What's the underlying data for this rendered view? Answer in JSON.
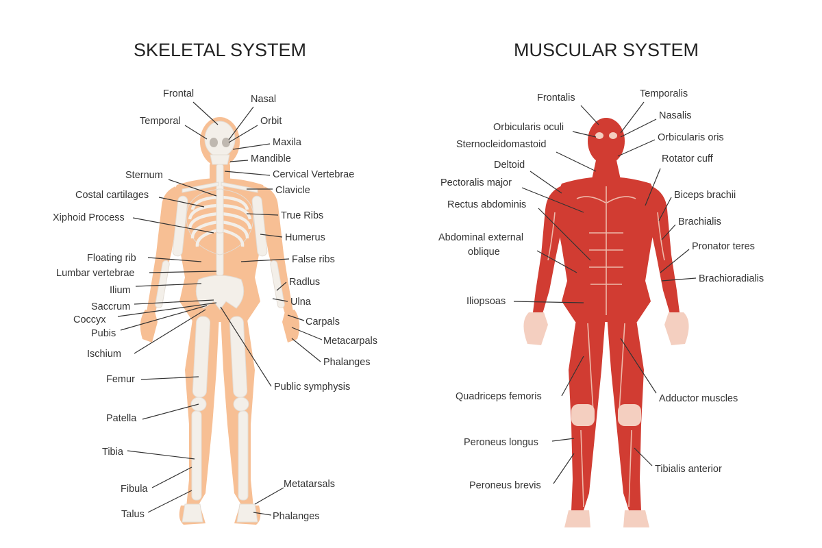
{
  "titles": {
    "skeletal": "SKELETAL SYSTEM",
    "muscular": "MUSCULAR SYSTEM"
  },
  "colors": {
    "skin": "#f7bf94",
    "bone": "#f3efe9",
    "bone_shadow": "#e3dcd4",
    "muscle": "#d13c32",
    "muscle_dark": "#a82720",
    "tendon": "#f4cfc0",
    "line": "#333333",
    "text": "#333333"
  },
  "skeletal_labels": [
    "Frontal",
    "Nasal",
    "Temporal",
    "Orbit",
    "Maxila",
    "Mandible",
    "Cervical Vertebrae",
    "Sternum",
    "Clavicle",
    "Costal cartilages",
    "True Ribs",
    "Xiphoid Process",
    "Humerus",
    "Floating rib",
    "False ribs",
    "Lumbar vertebrae",
    "Radlus",
    "Ilium",
    "Ulna",
    "Saccrum",
    "Coccyx",
    "Carpals",
    "Pubis",
    "Metacarpals",
    "Ischium",
    "Phalanges",
    "Femur",
    "Public symphysis",
    "Patella",
    "Tibia",
    "Fibula",
    "Metatarsals",
    "Talus",
    "Phalanges"
  ],
  "muscular_labels": [
    "Frontalis",
    "Temporalis",
    "Nasalis",
    "Orbicularis oculi",
    "Orbicularis oris",
    "Sternocleidomastoid",
    "Rotator cuff",
    "Deltoid",
    "Pectoralis major",
    "Biceps brachii",
    "Rectus abdominis",
    "Brachialis",
    "Abdominal external",
    "oblique",
    "Pronator teres",
    "Brachioradialis",
    "Iliopsoas",
    "Quadriceps femoris",
    "Adductor muscles",
    "Peroneus longus",
    "Tibialis anterior",
    "Peroneus brevis"
  ]
}
